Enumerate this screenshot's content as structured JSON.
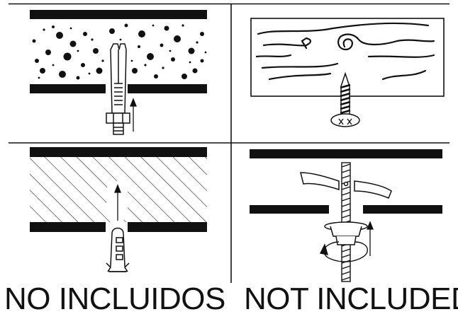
{
  "captions": {
    "spanish": "NO INCLUIDOS",
    "english": "NOT INCLUDED"
  },
  "panels": [
    {
      "id": "concrete-anchor",
      "depicts": [
        "concrete-wall",
        "sleeve-anchor",
        "hex-nut",
        "insert-arrow"
      ]
    },
    {
      "id": "wood-screw",
      "depicts": [
        "wood-board",
        "wood-screw"
      ]
    },
    {
      "id": "plastic-anchor",
      "depicts": [
        "hatched-wall",
        "plastic-wall-plug",
        "insert-arrow"
      ]
    },
    {
      "id": "toggle-bolt",
      "depicts": [
        "hollow-wall",
        "toggle-wing",
        "threaded-rod",
        "nut",
        "rotation-arrow",
        "tighten-arrow"
      ]
    }
  ],
  "colors": {
    "ink": "#111111",
    "background": "#ffffff",
    "hatch": "#222222"
  }
}
